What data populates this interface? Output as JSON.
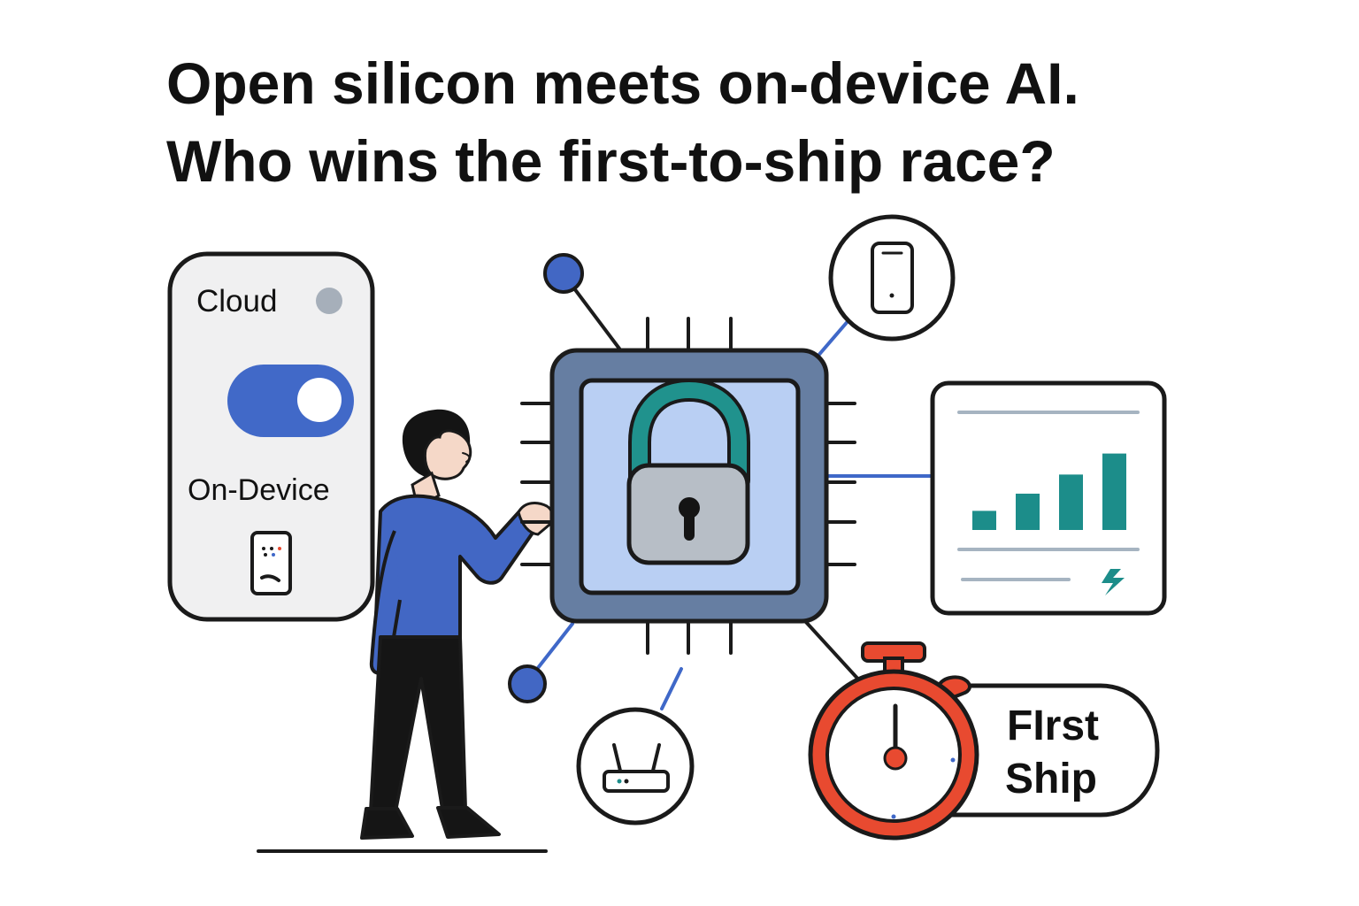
{
  "title": {
    "line1": "Open silicon meets on-device AI.",
    "line2": "Who wins the first-to-ship race?"
  },
  "mode_panel": {
    "cloud_label": "Cloud",
    "on_device_label": "On-Device",
    "toggle_state": "On-Device"
  },
  "timer_badge": {
    "line1": "FIrst",
    "line2": "Ship"
  },
  "colors": {
    "chip_outer": "#667ea2",
    "chip_inner": "#b9cff3",
    "toggle": "#4169c8",
    "accent_blue": "#3f68c8",
    "accent_teal": "#1c8d8a",
    "timer_red": "#e84a30",
    "panel_bg": "#f0f0f1"
  },
  "icons": [
    "phone-icon",
    "router-icon",
    "lock-icon",
    "bar-chart-icon",
    "lightning-icon",
    "stopwatch-icon",
    "chip-icon",
    "person-illustration"
  ],
  "chart_card": {
    "bars": [
      0.2,
      0.38,
      0.58,
      0.8
    ]
  }
}
